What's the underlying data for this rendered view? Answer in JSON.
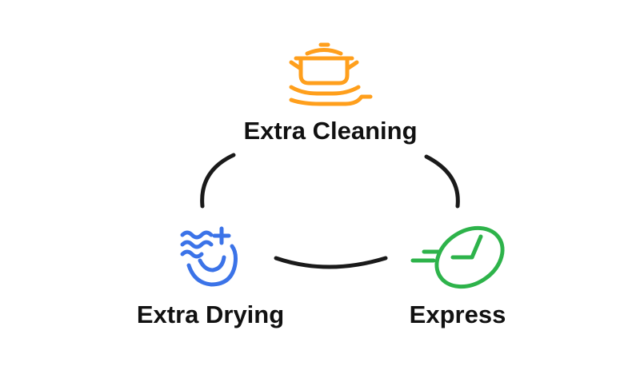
{
  "nodes": [
    {
      "id": "extra-cleaning",
      "label": "Extra Cleaning",
      "icon": "cooking-pot-icon",
      "color": "#FF9F1C"
    },
    {
      "id": "extra-drying",
      "label": "Extra Drying",
      "icon": "drying-waves-plus-icon",
      "color": "#3B73E8"
    },
    {
      "id": "express",
      "label": "Express",
      "icon": "fast-clock-icon",
      "color": "#2DB34A"
    }
  ],
  "connectors": [
    {
      "from": "extra-cleaning",
      "to": "extra-drying"
    },
    {
      "from": "extra-cleaning",
      "to": "express"
    },
    {
      "from": "extra-drying",
      "to": "express"
    }
  ],
  "connector_color": "#1A1A1A"
}
